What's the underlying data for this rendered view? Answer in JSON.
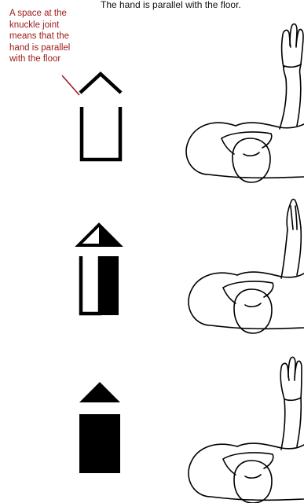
{
  "caption": "The hand is parallel with the floor.",
  "note": {
    "lines": [
      "A space at the",
      "knuckle joint",
      "means that the",
      "hand is parallel",
      "with the floor"
    ]
  },
  "colors": {
    "note_text": "#a01c1c",
    "pointer": "#a01c1c",
    "symbol": "#000000",
    "outline": "#000000"
  },
  "rows": [
    {
      "symbol": "outline",
      "figure": "hand-vertical-open-palm"
    },
    {
      "symbol": "half-filled",
      "figure": "hand-vertical-side-edge"
    },
    {
      "symbol": "filled",
      "figure": "hand-vertical-back"
    }
  ]
}
